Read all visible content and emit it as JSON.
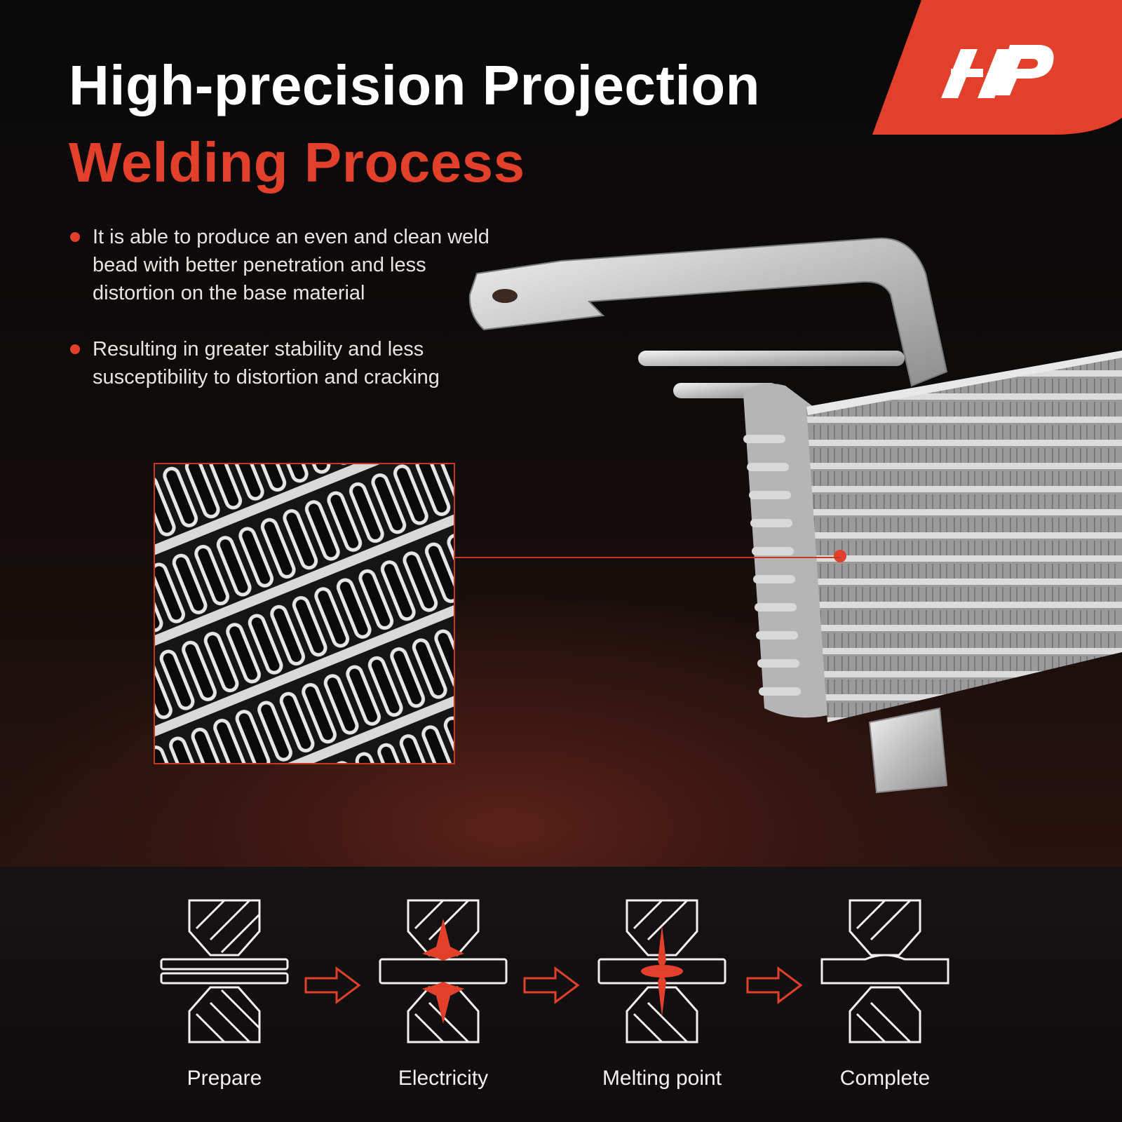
{
  "brand": {
    "logo": "a1-auto-logo-mark",
    "accent": "#e2402a"
  },
  "headline": {
    "line1": "High-precision Projection",
    "line2": "Welding Process"
  },
  "bullets": [
    "It is able to produce an even and clean weld bead with better penetration and less distortion on the base material",
    "Resulting in greater stability and less susceptibility to distortion and cracking"
  ],
  "steps": [
    {
      "label": "Prepare"
    },
    {
      "label": "Electricity"
    },
    {
      "label": "Melting point"
    },
    {
      "label": "Complete"
    }
  ],
  "colors": {
    "background": "#0b0909",
    "accent": "#e2402a",
    "text": "#ffffff"
  }
}
